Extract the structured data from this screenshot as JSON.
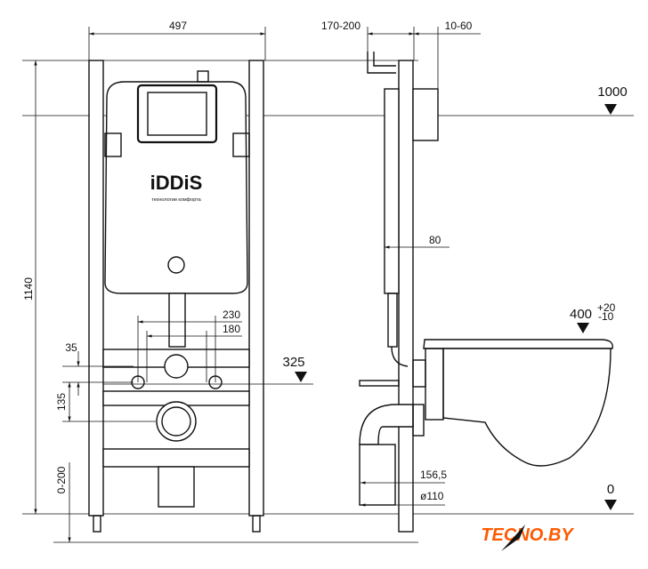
{
  "brand": {
    "name": "iDDiS",
    "tagline": "технологии комфорта"
  },
  "watermark": {
    "text": "TECNO.BY",
    "color": "#ff5a00"
  },
  "front_view": {
    "width_label": "497",
    "height_label": "1140",
    "adjust_label": "0-200",
    "offset_135": "135",
    "offset_35": "35",
    "dim_230": "230",
    "dim_180": "180",
    "level_325": "325"
  },
  "side_view": {
    "depth_label": "170-200",
    "gap_label": "10-60",
    "dim_80": "80",
    "level_1000": "1000",
    "level_400": "400",
    "tol_plus": "+20",
    "tol_minus": "-10",
    "dim_156": "156,5",
    "pipe_label": "ø110",
    "level_0": "0"
  }
}
